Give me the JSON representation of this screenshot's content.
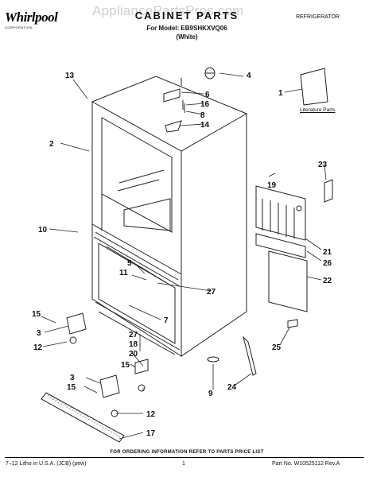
{
  "header": {
    "watermark": "AppliancePartsPros.com",
    "logo_word": "Whirlpool",
    "logo_sub": "CORPORATION",
    "title": "CABINET PARTS",
    "model_line": "For Model: EB9SHKXVQ06",
    "color_line": "(White)",
    "category": "REFRIGERATOR"
  },
  "literature_label": "Literature Parts",
  "callouts": [
    "1",
    "2",
    "3",
    "3",
    "4",
    "5",
    "6",
    "7",
    "8",
    "9",
    "10",
    "11",
    "12",
    "12",
    "13",
    "14",
    "15",
    "15",
    "15",
    "16",
    "17",
    "18",
    "19",
    "20",
    "21",
    "22",
    "23",
    "24",
    "25",
    "26",
    "27",
    "27"
  ],
  "footer": {
    "note": "FOR ORDERING INFORMATION REFER TO PARTS PRICE LIST",
    "litho": "7–12 Litho in U.S.A. (JCB) (pew)",
    "page": "1",
    "part_no": "Part No. W10525112 Rev.A"
  },
  "colors": {
    "line": "#222222",
    "hatch": "#555555"
  }
}
